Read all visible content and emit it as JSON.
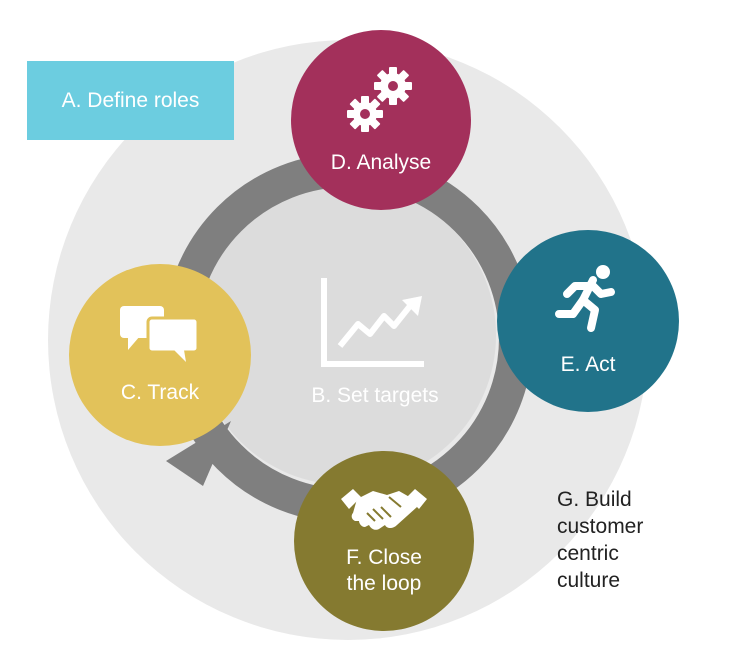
{
  "roles_label": "A. Define roles",
  "center": {
    "label": "B. Set targets",
    "icon": "trend-chart-icon"
  },
  "steps": {
    "d": {
      "label": "D. Analyse",
      "icon": "gears-icon",
      "color": "#a3305b"
    },
    "e": {
      "label": "E. Act",
      "icon": "running-person-icon",
      "color": "#21738a"
    },
    "c": {
      "label": "C. Track",
      "icon": "speech-bubbles-icon",
      "color": "#e2c25a"
    },
    "f": {
      "label": "F. Close\nthe loop",
      "icon": "handshake-icon",
      "color": "#857a30"
    }
  },
  "culture_label": "G. Build\ncustomer\ncentric\nculture",
  "colors": {
    "outer_circle": "#e9e9e9",
    "inner_circle": "#dcdcdc",
    "ring": "#7f7f7f",
    "roles_box": "#6ccde0"
  }
}
